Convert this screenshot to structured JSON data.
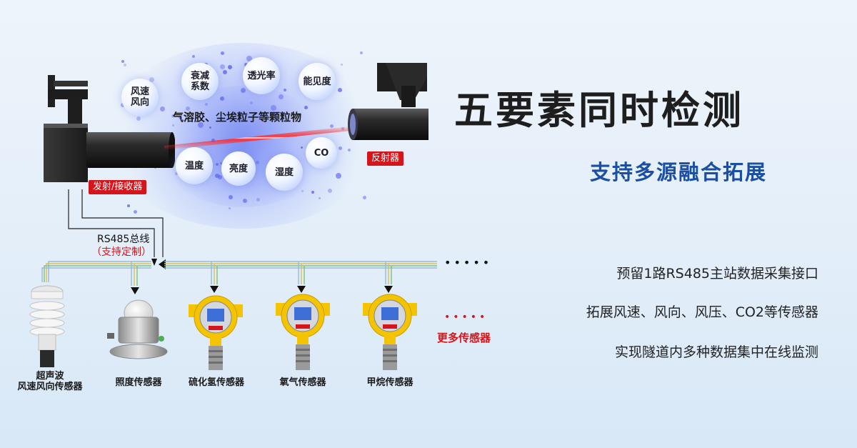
{
  "main": {
    "title": "五要素同时检测",
    "subtitle": "支持多源融合拓展"
  },
  "features": [
    "预留1路RS485主站数据采集接口",
    "拓展风速、风向、风压、CO2等传感器",
    "实现隧道内多种数据集中在线监测"
  ],
  "diagram": {
    "emitter_label": "发射/接收器",
    "reflector_label": "反射器",
    "particles_label": "气溶胶、尘埃粒子等颗粒物",
    "bubbles": [
      "风速\n风向",
      "衰减\n系数",
      "透光率",
      "能见度",
      "温度",
      "亮度",
      "湿度",
      "CO"
    ],
    "bus_label": "RS485总线",
    "bus_sublabel": "（支持定制）",
    "more_dots": "•••••",
    "more_red_dots": "•••••",
    "more_sensors": "更多传感器"
  },
  "sensors": [
    {
      "label": "超声波\n风速风向传感器"
    },
    {
      "label": "照度传感器"
    },
    {
      "label": "硫化氢传感器"
    },
    {
      "label": "氧气传感器"
    },
    {
      "label": "甲烷传感器"
    }
  ],
  "colors": {
    "accent_red": "#d4161c",
    "title_blue": "#1a4fa3",
    "laser": "#ff2a2a",
    "sensor_yellow": "#f5c400"
  }
}
